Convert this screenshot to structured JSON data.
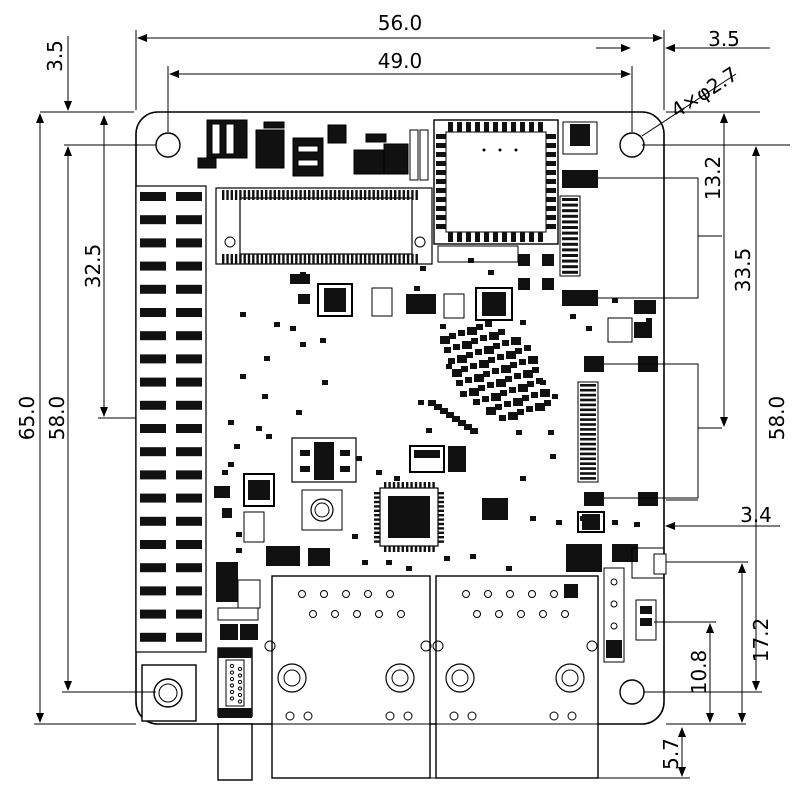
{
  "diagram": {
    "dimensions": {
      "width_outer": "56.0",
      "width_holes": "49.0",
      "offset_top": "3.5",
      "offset_right": "3.5",
      "holes": "4×φ2.7",
      "height_holes": "58.0",
      "height_outer": "65.0",
      "gpio_height": "32.5",
      "right_13_2": "13.2",
      "right_33_5": "33.5",
      "right_58_0": "58.0",
      "right_3_4": "3.4",
      "right_17_2": "17.2",
      "right_10_8": "10.8",
      "bottom_5_7": "5.7"
    }
  }
}
